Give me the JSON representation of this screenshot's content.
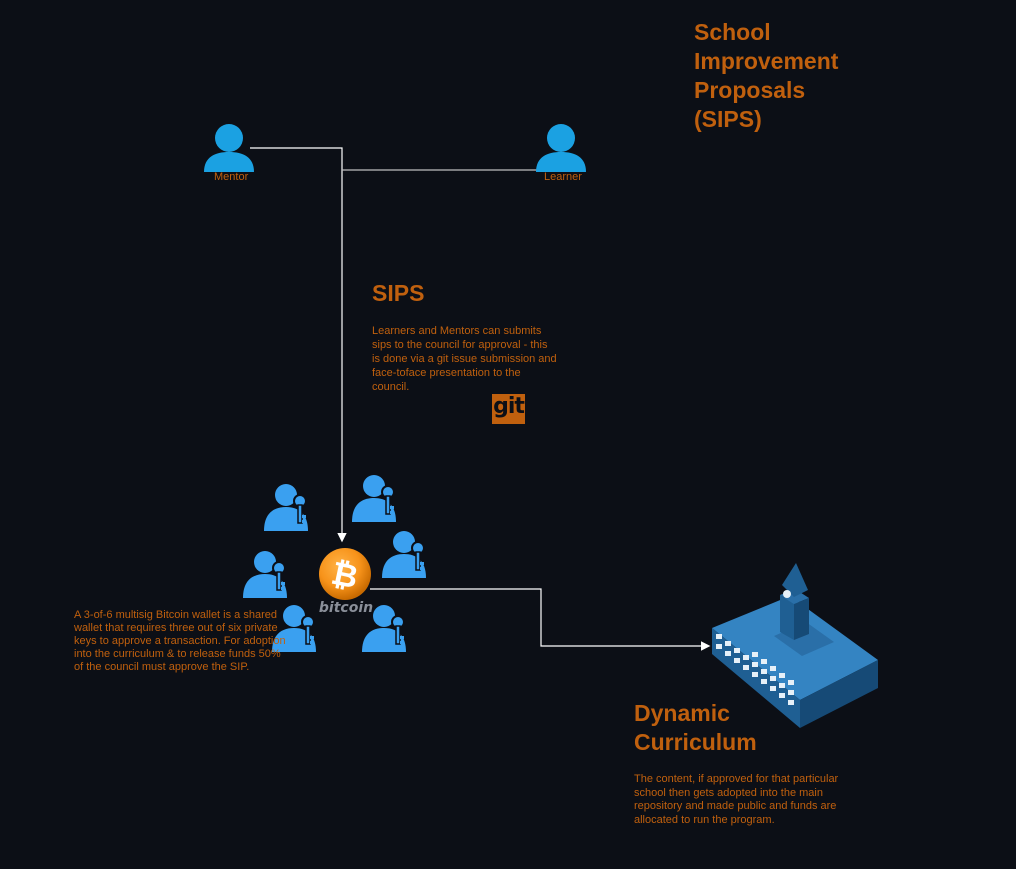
{
  "diagram": {
    "title": "School\nImprovement\nProposals\n(SIPS)",
    "nodes": {
      "mentor": {
        "label": "Mentor",
        "icon": "person-icon"
      },
      "learner": {
        "label": "Learner",
        "icon": "person-icon"
      },
      "git": {
        "label": "git",
        "icon": "git-logo-icon"
      },
      "bitcoin": {
        "label": "bitcoin",
        "icon": "bitcoin-icon"
      },
      "council": {
        "icon": "person-with-key-icon",
        "count": 6
      },
      "school": {
        "icon": "school-building-icon"
      }
    },
    "sips": {
      "heading": "SIPS",
      "description": "Learners and Mentors can submits sips to the council for approval - this is done via a git issue submission and face-toface presentation to the council."
    },
    "wallet": {
      "description": "A 3-of-6 multisig Bitcoin wallet is a shared wallet that requires three out of six private keys to approve a transaction. For adoption into the curriculum & to release funds 50% of the council must approve the SIP."
    },
    "dynamic_curriculum": {
      "heading": "Dynamic\nCurriculum",
      "description": "The content, if approved for that particular school then gets adopted into the main repository and made public and funds are allocated to run the program."
    },
    "colors": {
      "background": "#0c0f16",
      "text_accent": "#c0600e",
      "person": "#1ba1e2",
      "keyholder": "#3aa0f0",
      "connector": "#ffffff",
      "bitcoin": "#f7931a",
      "building": "#2a6fa8"
    }
  }
}
